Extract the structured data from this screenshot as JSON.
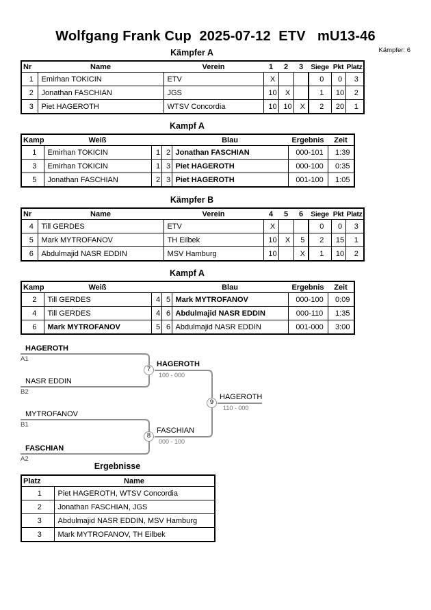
{
  "header": {
    "title": "Wolfgang Frank Cup  2025-07-12  ETV   mU13-46",
    "fighters_count_label": "Kämpfer: 6"
  },
  "pool_a": {
    "title": "Kämpfer A",
    "columns": [
      "Nr",
      "Name",
      "Verein",
      "1",
      "2",
      "3",
      "Siege",
      "Pkt",
      "Platz"
    ],
    "rows": [
      {
        "nr": "1",
        "name": "Emirhan TOKICIN",
        "verein": "ETV",
        "r1": "X",
        "r2": "",
        "r3": "",
        "siege": "0",
        "pkt": "0",
        "platz": "3"
      },
      {
        "nr": "2",
        "name": "Jonathan FASCHIAN",
        "verein": "JGS",
        "r1": "10",
        "r2": "X",
        "r3": "",
        "siege": "1",
        "pkt": "10",
        "platz": "2"
      },
      {
        "nr": "3",
        "name": "Piet HAGEROTH",
        "verein": "WTSV Concordia",
        "r1": "10",
        "r2": "10",
        "r3": "X",
        "siege": "2",
        "pkt": "20",
        "platz": "1"
      }
    ]
  },
  "matches_a": {
    "title": "Kampf A",
    "columns": [
      "Kampf",
      "Weiß",
      "Blau",
      "Ergebnis",
      "Zeit"
    ],
    "rows": [
      {
        "kampf": "1",
        "weiss": "Emirhan TOKICIN",
        "wn": "1",
        "bn": "2",
        "blau": "Jonathan FASCHIAN",
        "ergebnis": "000-101",
        "zeit": "1:39"
      },
      {
        "kampf": "3",
        "weiss": "Emirhan TOKICIN",
        "wn": "1",
        "bn": "3",
        "blau": "Piet HAGEROTH",
        "ergebnis": "000-100",
        "zeit": "0:35"
      },
      {
        "kampf": "5",
        "weiss": "Jonathan FASCHIAN",
        "wn": "2",
        "bn": "3",
        "blau": "Piet HAGEROTH",
        "ergebnis": "001-100",
        "zeit": "1:05"
      }
    ]
  },
  "pool_b": {
    "title": "Kämpfer B",
    "columns": [
      "Nr",
      "Name",
      "Verein",
      "4",
      "5",
      "6",
      "Siege",
      "Pkt",
      "Platz"
    ],
    "rows": [
      {
        "nr": "4",
        "name": "Till GERDES",
        "verein": "ETV",
        "r1": "X",
        "r2": "",
        "r3": "",
        "siege": "0",
        "pkt": "0",
        "platz": "3"
      },
      {
        "nr": "5",
        "name": "Mark MYTROFANOV",
        "verein": "TH Eilbek",
        "r1": "10",
        "r2": "X",
        "r3": "5",
        "siege": "2",
        "pkt": "15",
        "platz": "1"
      },
      {
        "nr": "6",
        "name": "Abdulmajid NASR EDDIN",
        "verein": "MSV Hamburg",
        "r1": "10",
        "r2": "",
        "r3": "X",
        "siege": "1",
        "pkt": "10",
        "platz": "2"
      }
    ]
  },
  "matches_b": {
    "title": "Kampf A",
    "columns": [
      "Kampf",
      "Weiß",
      "Blau",
      "Ergebnis",
      "Zeit"
    ],
    "rows": [
      {
        "kampf": "2",
        "weiss": "Till GERDES",
        "wn": "4",
        "bn": "5",
        "blau": "Mark MYTROFANOV",
        "ergebnis": "000-100",
        "zeit": "0:09"
      },
      {
        "kampf": "4",
        "weiss": "Till GERDES",
        "wn": "4",
        "bn": "6",
        "blau": "Abdulmajid NASR EDDIN",
        "ergebnis": "000-110",
        "zeit": "1:35"
      },
      {
        "kampf": "6",
        "weiss": "Mark MYTROFANOV",
        "wn": "5",
        "bn": "6",
        "blau": "Abdulmajid NASR EDDIN",
        "ergebnis": "001-000",
        "zeit": "3:00"
      }
    ]
  },
  "bracket": {
    "entries": [
      {
        "name": "HAGEROTH",
        "seed": "A1"
      },
      {
        "name": "NASR EDDIN",
        "seed": "B2"
      },
      {
        "name": "MYTROFANOV",
        "seed": "B1"
      },
      {
        "name": "FASCHIAN",
        "seed": "A2"
      }
    ],
    "matches": [
      {
        "no": "7",
        "winner": "HAGEROTH",
        "score": "100 - 000"
      },
      {
        "no": "8",
        "winner": "FASCHIAN",
        "score": "000 - 100"
      },
      {
        "no": "9",
        "winner": "HAGEROTH",
        "score": "110 - 000"
      }
    ],
    "line_color": "#8f8f8f"
  },
  "results": {
    "title": "Ergebnisse",
    "columns": [
      "Platz",
      "Name"
    ],
    "rows": [
      {
        "platz": "1",
        "name": "Piet HAGEROTH, WTSV Concordia"
      },
      {
        "platz": "2",
        "name": "Jonathan FASCHIAN, JGS"
      },
      {
        "platz": "3",
        "name": "Abdulmajid NASR EDDIN, MSV Hamburg"
      },
      {
        "platz": "3",
        "name": "Mark MYTROFANOV, TH Eilbek"
      }
    ]
  }
}
